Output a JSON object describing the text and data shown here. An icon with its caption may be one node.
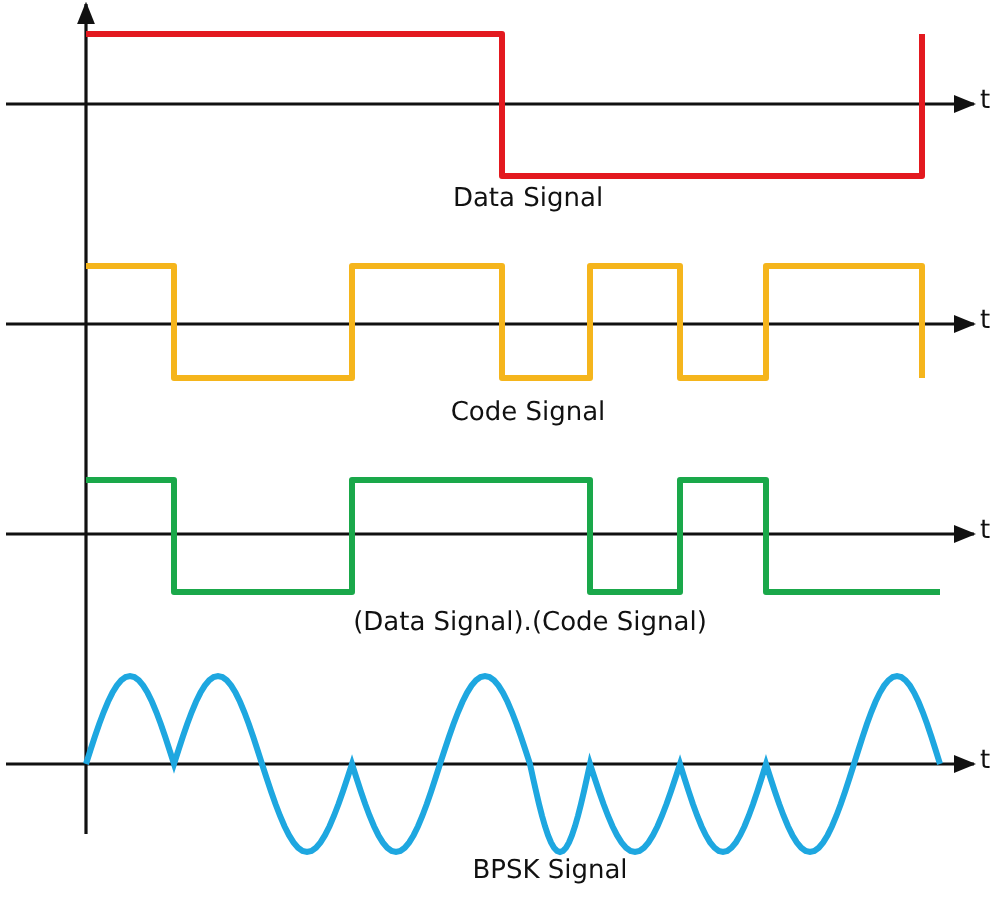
{
  "diagram": {
    "labels": [
      "t",
      "Data Signal",
      "t",
      "Code Signal",
      "t",
      "(Data Signal).(Code Signal)",
      "t",
      "BPSK Signal"
    ]
  }
}
